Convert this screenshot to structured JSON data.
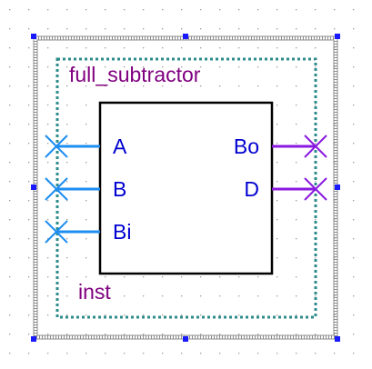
{
  "symbol": {
    "title": "full_subtractor",
    "instance": "inst",
    "inputs": [
      "A",
      "B",
      "Bi"
    ],
    "outputs": [
      "Bo",
      "D"
    ]
  },
  "colors": {
    "background": "#ffffff",
    "grid_dot": "#9a9a9a",
    "selection_frame": "#8c8c8c",
    "selection_handle": "#1a1aff",
    "boundary_dotted": "#2e8b8b",
    "title_text": "#800080",
    "instance_text": "#800080",
    "port_text": "#0000d0",
    "body_stroke": "#000000",
    "input_wire": "#1e8ef0",
    "output_wire": "#8a1ae0"
  }
}
